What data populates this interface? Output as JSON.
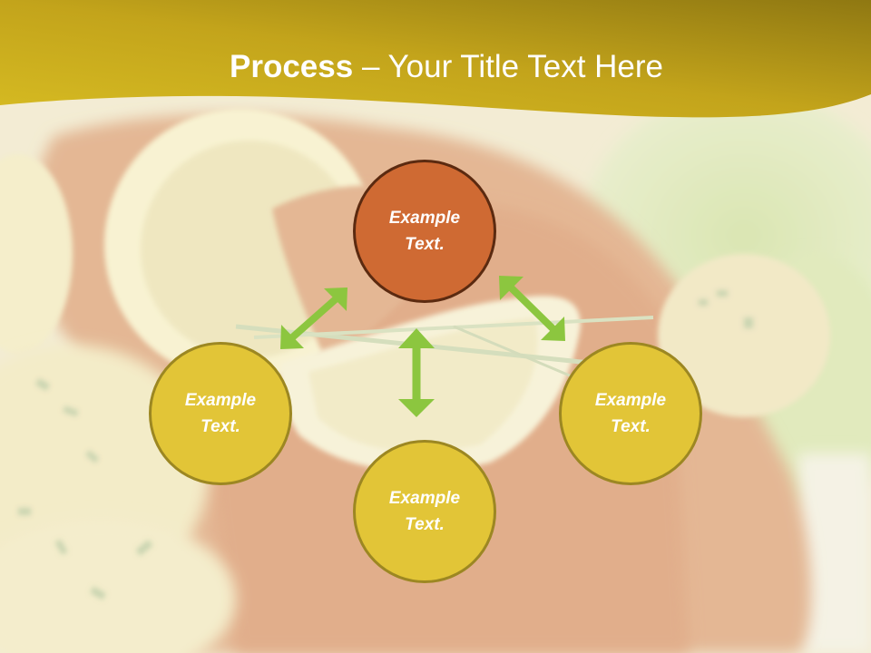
{
  "slide": {
    "title_bold": "Process",
    "title_rest": " – Your Title Text Here"
  },
  "diagram": {
    "nodes": [
      {
        "id": "top",
        "label_line1": "Example",
        "label_line2": "Text.",
        "fill": "#CF6A33",
        "border": "#5B2A10"
      },
      {
        "id": "left",
        "label_line1": "Example",
        "label_line2": "Text.",
        "fill": "#E2C537",
        "border": "#9C8722"
      },
      {
        "id": "right",
        "label_line1": "Example",
        "label_line2": "Text.",
        "fill": "#E2C537",
        "border": "#9C8722"
      },
      {
        "id": "bottom",
        "label_line1": "Example",
        "label_line2": "Text.",
        "fill": "#E2C537",
        "border": "#9C8722"
      }
    ],
    "arrows": [
      {
        "from": "top",
        "to": "left",
        "type": "double-headed",
        "color": "#8CC63F"
      },
      {
        "from": "top",
        "to": "right",
        "type": "double-headed",
        "color": "#8CC63F"
      },
      {
        "from": "top",
        "to": "bottom",
        "type": "double-headed",
        "color": "#8CC63F"
      }
    ]
  },
  "colors": {
    "header_gold": "#D4B520",
    "header_dark": "#8F7A12",
    "arrow_green": "#8CC63F"
  }
}
